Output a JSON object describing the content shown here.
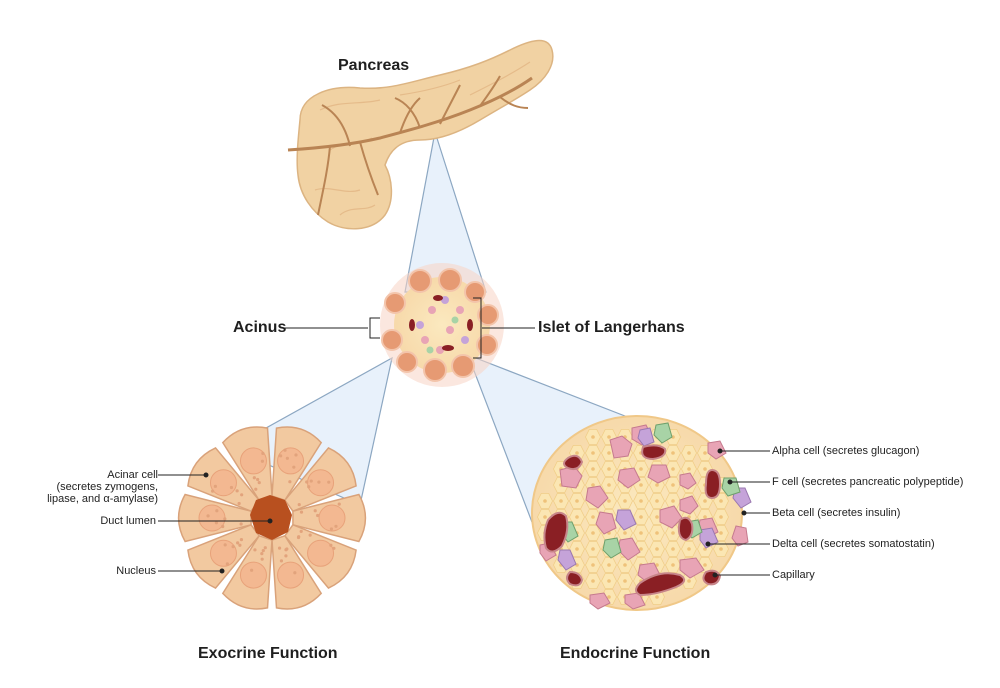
{
  "titles": {
    "pancreas": "Pancreas",
    "acinus": "Acinus",
    "islet": "Islet of Langerhans",
    "exocrine": "Exocrine Function",
    "endocrine": "Endocrine Function"
  },
  "exocrine_labels": {
    "acinar_1": "Acinar cell",
    "acinar_2": "(secretes zymogens,",
    "acinar_3": "lipase, and α-amylase)",
    "duct": "Duct lumen",
    "nucleus": "Nucleus"
  },
  "endocrine_labels": {
    "alpha": "Alpha cell (secretes glucagon)",
    "f": "F cell (secretes  pancreatic polypeptide)",
    "beta": "Beta cell (secretes insulin)",
    "delta": "Delta cell (secretes somatostatin)",
    "capillary": "Capillary"
  },
  "colors": {
    "pancreas_fill": "#f1d2a3",
    "pancreas_vessel": "#b98454",
    "funnel": "#e6f0fa",
    "acinar_cell": "#f2c9a0",
    "acinar_nucleus": "#f3b891",
    "duct_lumen": "#b8501f",
    "beta_cell": "#fbe6b3",
    "alpha_cell": "#e8a4b5",
    "f_cell": "#a8d3a6",
    "delta_cell": "#c5a3d9",
    "capillary": "#8a1f24"
  }
}
